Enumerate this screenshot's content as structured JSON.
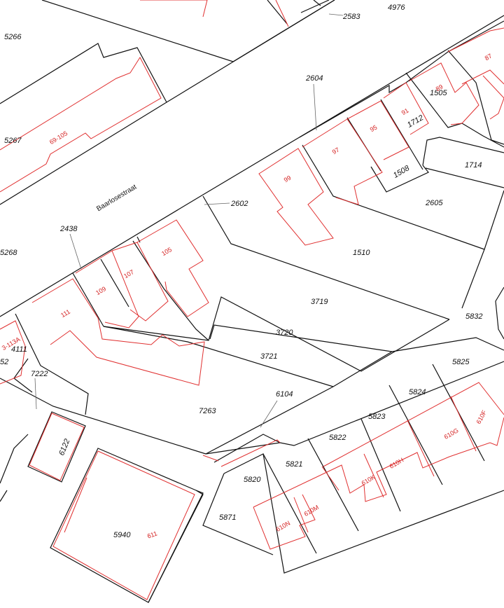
{
  "colors": {
    "parcel_line": "#111111",
    "building_line": "#e03030",
    "house_number": "#d42020",
    "background": "#ffffff"
  },
  "street_name": "Baarlosestraat",
  "parcel_numbers": {
    "p5266": "5266",
    "p5267": "5267",
    "p5268": "5268",
    "p2583": "2583",
    "p4976": "4976",
    "p2604": "2604",
    "p1505": "1505",
    "p1712": "1712",
    "p1508": "1508",
    "p1714": "1714",
    "p2605": "2605",
    "p2602": "2602",
    "p2438": "2438",
    "p1510": "1510",
    "p3719": "3719",
    "p5832": "5832",
    "p3720": "3720",
    "p3721": "3721",
    "p4111": "4111",
    "p52": "52",
    "p7222": "7222",
    "p5825": "5825",
    "p5824": "5824",
    "p6104": "6104",
    "p7263": "7263",
    "p5823": "5823",
    "p5822": "5822",
    "p6122": "6122",
    "p5821": "5821",
    "p5820": "5820",
    "p5871": "5871",
    "p5940": "5940"
  },
  "house_numbers": {
    "h87": "87",
    "h89": "89",
    "h91": "91",
    "h95": "95",
    "h97": "97",
    "h99": "99",
    "h69_105": "69-105",
    "h105": "105",
    "h107": "107",
    "h109": "109",
    "h111": "111",
    "h113": "3-113A",
    "h610F": "610F",
    "h610G": "610G",
    "h610H": "610H",
    "h610K": "610K",
    "h610M": "610M",
    "h610N": "610N",
    "h611": "611"
  }
}
